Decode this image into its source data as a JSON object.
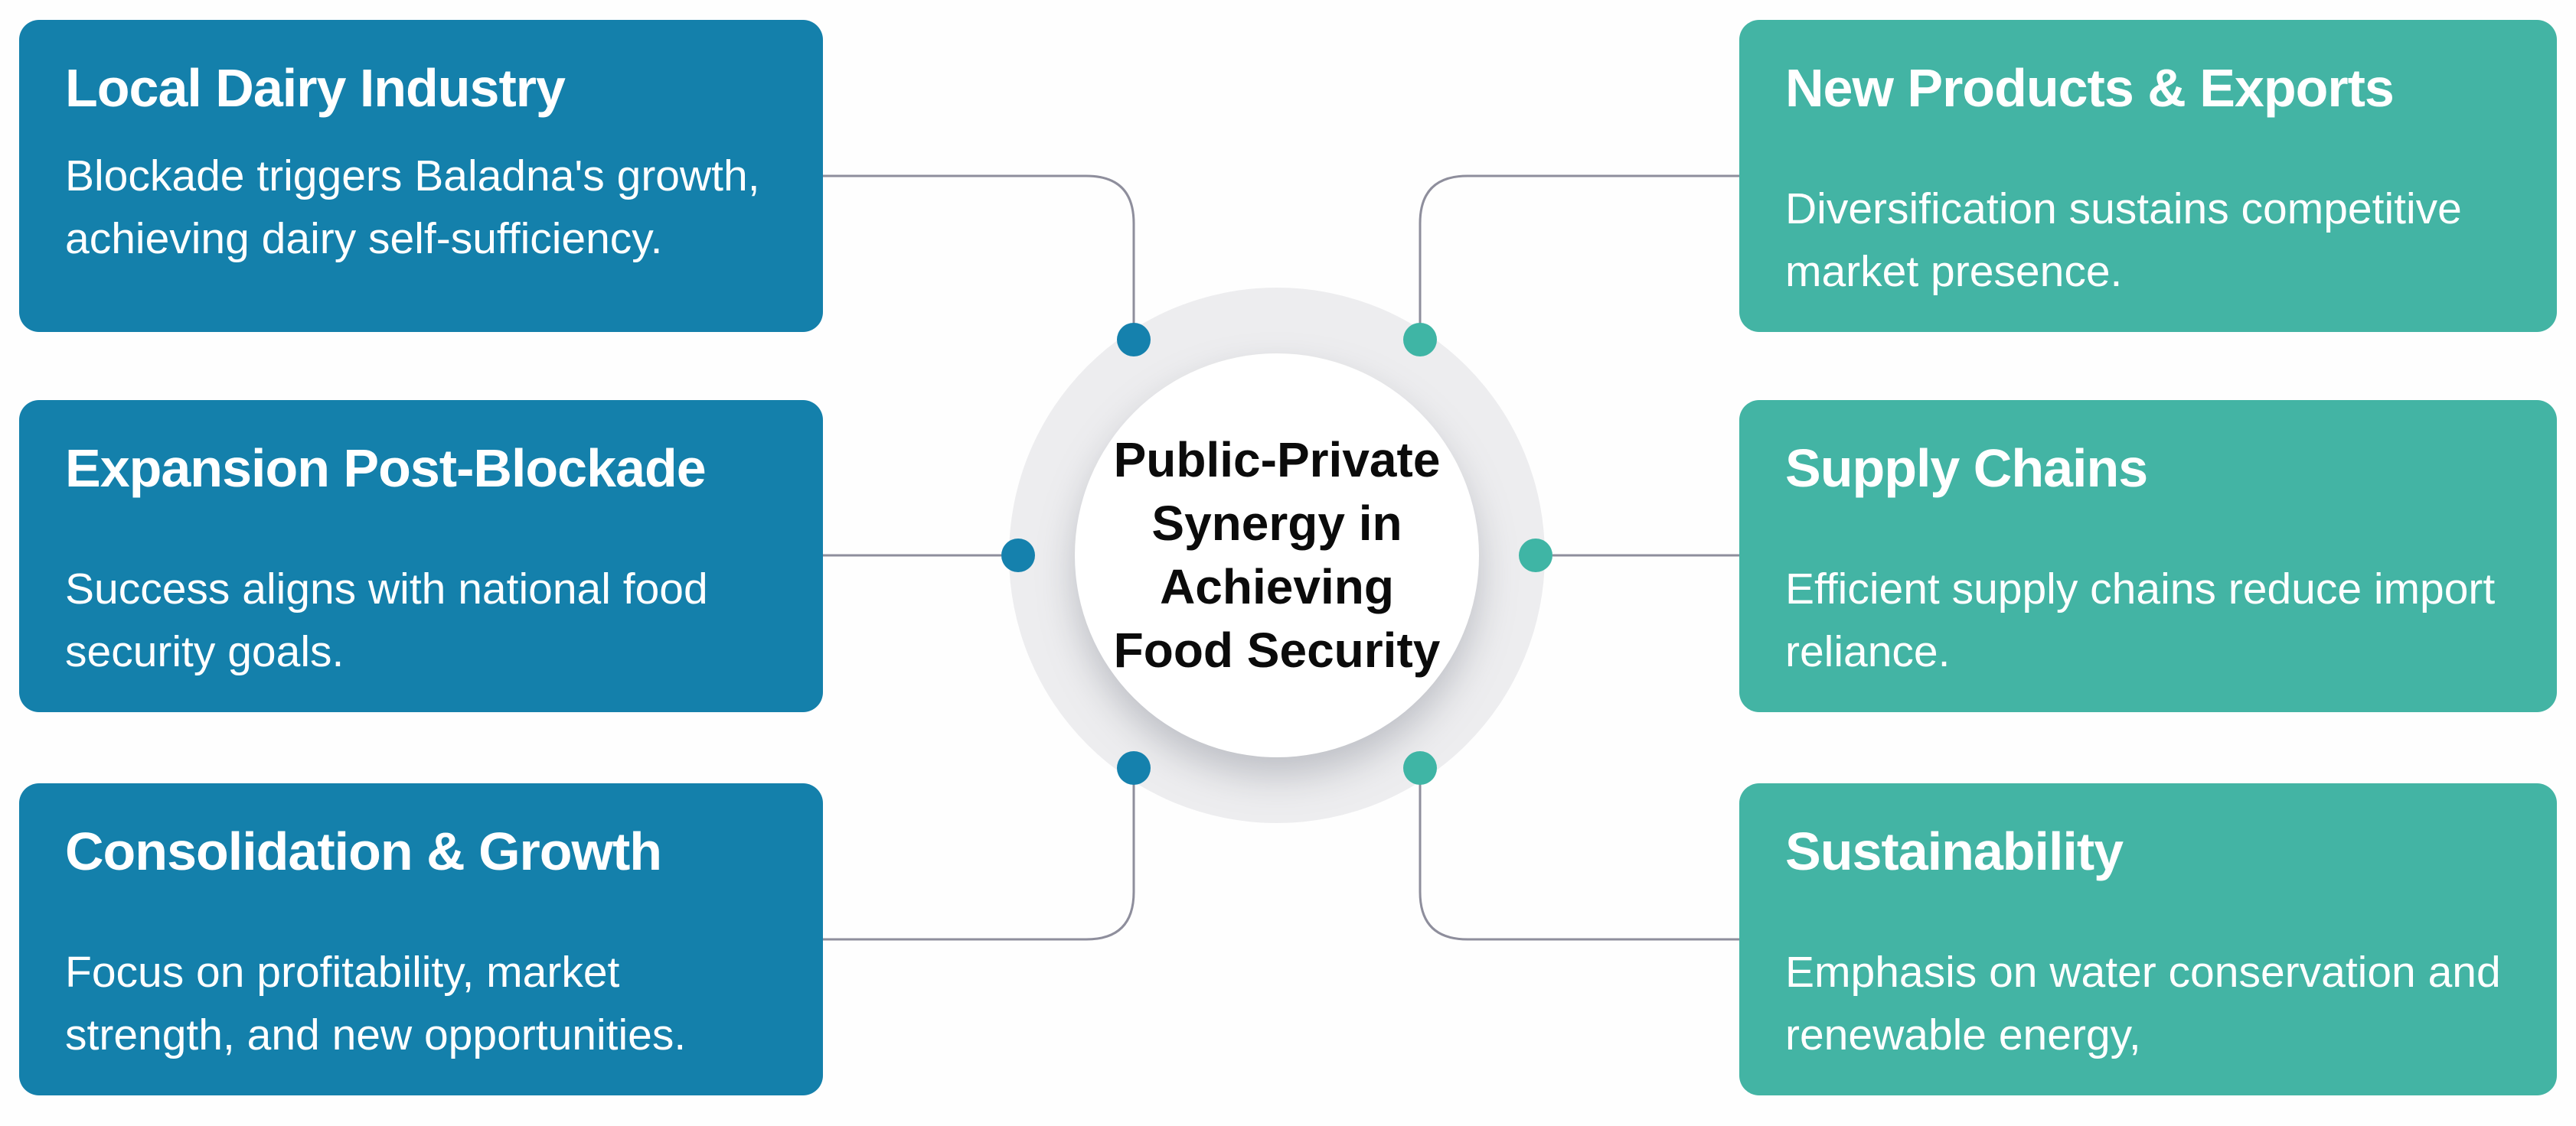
{
  "hub": {
    "line1": "Public-Private",
    "line2": "Synergy in",
    "line3": "Achieving",
    "line4": "Food Security"
  },
  "cards": {
    "left": [
      {
        "title": "Local Dairy Industry",
        "body": "Blockade triggers Baladna's growth, achieving dairy self-sufficiency."
      },
      {
        "title": "Expansion Post-Blockade",
        "body": "Success aligns with national food security goals."
      },
      {
        "title": "Consolidation & Growth",
        "body": "Focus on profitability, market strength, and new opportunities."
      }
    ],
    "right": [
      {
        "title": "New Products & Exports",
        "body": "Diversification sustains competitive market presence."
      },
      {
        "title": "Supply Chains",
        "body": "Efficient supply chains reduce import reliance."
      },
      {
        "title": "Sustainability",
        "body": "Emphasis on water conservation and renewable energy,"
      }
    ]
  },
  "colors": {
    "left_box": "#1480ab",
    "right_box": "#43b4a4",
    "left_dot": "#1581ad",
    "right_dot": "#3fb5a5",
    "ring": "#ededef",
    "connector": "#8e8e9c",
    "hub_text": "#0b0b0b"
  }
}
